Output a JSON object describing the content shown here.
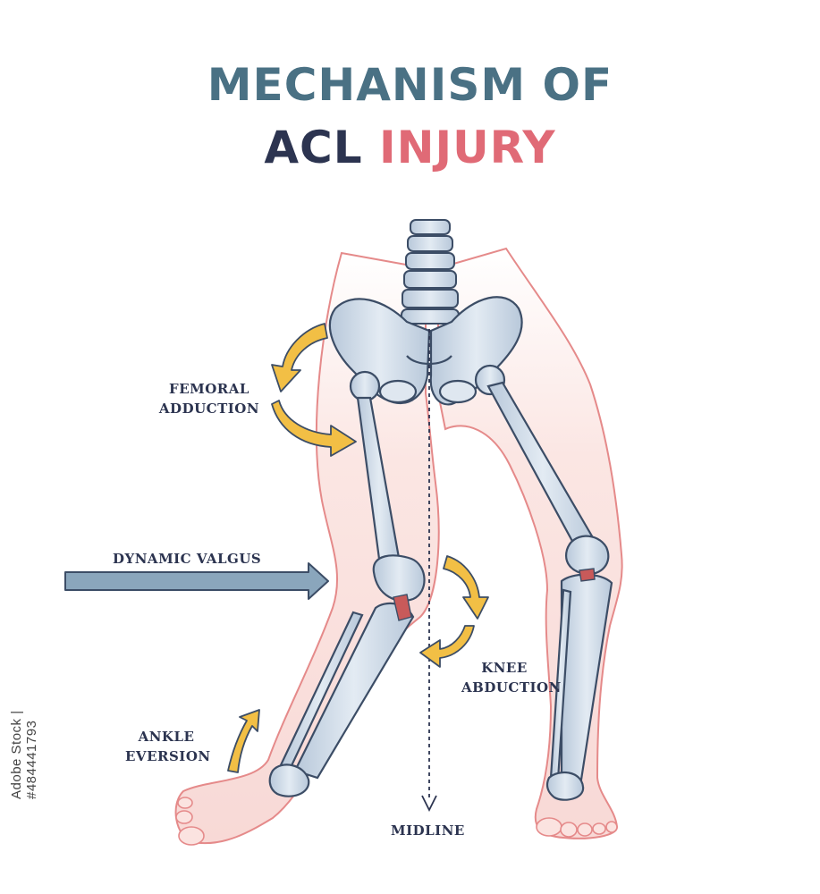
{
  "title": {
    "line1": "MECHANISM OF",
    "line2_dark": "ACL",
    "line2_red": "INJURY"
  },
  "labels": {
    "femoral_adduction": [
      "FEMORAL",
      "ADDUCTION"
    ],
    "dynamic_valgus": "DYNAMIC VALGUS",
    "knee_abduction": [
      "KNEE",
      "ABDUCTION"
    ],
    "ankle_eversion": [
      "ANKLE",
      "EVERSION"
    ],
    "midline": "MIDLINE"
  },
  "stock_id": "Adobe Stock | #484441793",
  "colors": {
    "title_blue": "#4a7184",
    "title_dark": "#2c3450",
    "title_red": "#e06a76",
    "bone": "#c9d6e4",
    "bone_outline": "#3c4d66",
    "skin": "#fbe3e0",
    "skin_outline": "#e58a8a",
    "arrow_yellow": "#f2bf45",
    "valgus_arrow": "#8aa6bc",
    "ligament": "#c85a5a"
  },
  "icons": [
    "curved-arrow-icon",
    "straight-arrow-icon"
  ]
}
